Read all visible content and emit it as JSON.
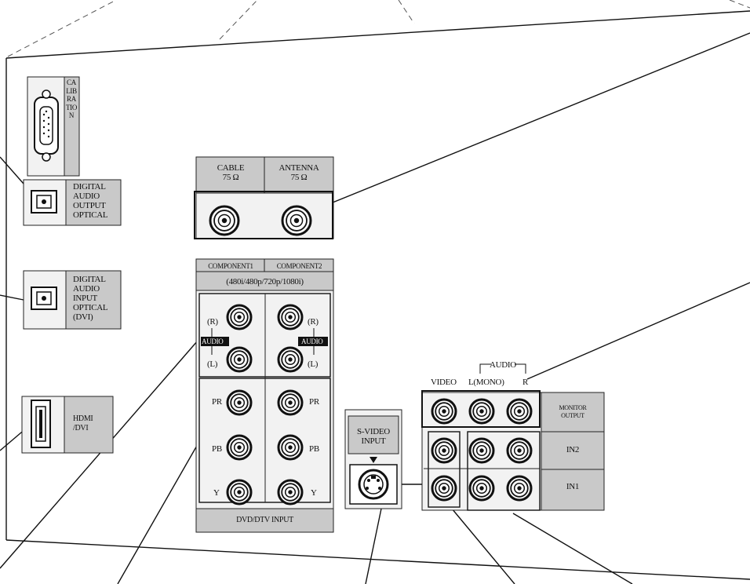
{
  "calibration": {
    "label": "CALIBRATION"
  },
  "digital_audio_output": {
    "lines": [
      "DIGITAL",
      "AUDIO",
      "OUTPUT",
      "OPTICAL"
    ]
  },
  "digital_audio_input": {
    "lines": [
      "DIGITAL",
      "AUDIO",
      "INPUT",
      "OPTICAL",
      "(DVI)"
    ]
  },
  "hdmi": {
    "lines": [
      "HDMI",
      "/DVI"
    ]
  },
  "rf_inputs": {
    "cable": {
      "name": "CABLE",
      "impedance": "75 Ω"
    },
    "antenna": {
      "name": "ANTENNA",
      "impedance": "75 Ω"
    }
  },
  "component": {
    "header_1": "COMPONENT1",
    "header_2": "COMPONENT2",
    "resolutions": "(480i/480p/720p/1080i)",
    "audio_label": "AUDIO",
    "audio_r": "(R)",
    "audio_l": "(L)",
    "pr": "PR",
    "pb": "PB",
    "y": "Y",
    "footer": "DVD/DTV INPUT"
  },
  "svideo": {
    "lines": [
      "S-VIDEO",
      "INPUT"
    ]
  },
  "av_panel": {
    "audio_header": "AUDIO",
    "video": "VIDEO",
    "l_mono": "L(MONO)",
    "r": "R",
    "monitor_output": [
      "MONITOR",
      "OUTPUT"
    ],
    "in2": "IN2",
    "in1": "IN1"
  }
}
